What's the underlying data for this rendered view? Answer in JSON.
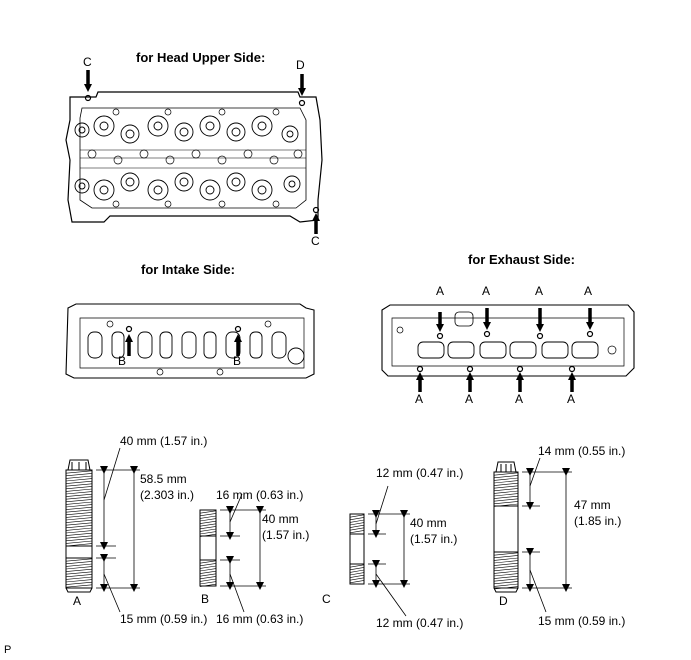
{
  "headings": {
    "head_upper_side": "for Head Upper Side:",
    "intake_side": "for Intake Side:",
    "exhaust_side": "for Exhaust Side:"
  },
  "upper_callouts": {
    "top_left": "C",
    "top_right": "D",
    "bottom_right": "C"
  },
  "intake_callouts": [
    "B",
    "B"
  ],
  "exhaust_callouts_top": [
    "A",
    "A",
    "A",
    "A"
  ],
  "exhaust_callouts_bottom": [
    "A",
    "A",
    "A",
    "A"
  ],
  "studs": {
    "a": {
      "label": "A",
      "top_thread": "40 mm (1.57 in.)",
      "overall_line1": "58.5 mm",
      "overall_line2": "(2.303 in.)",
      "bottom_thread": "15 mm (0.59 in.)"
    },
    "b": {
      "label": "B",
      "top_thread": "16 mm (0.63 in.)",
      "overall_line1": "40 mm",
      "overall_line2": "(1.57 in.)",
      "bottom_thread": "16 mm (0.63 in.)"
    },
    "c": {
      "label": "C",
      "top_thread": "12 mm (0.47 in.)",
      "overall_line1": "40 mm",
      "overall_line2": "(1.57 in.)",
      "bottom_thread": "12 mm (0.47 in.)"
    },
    "d": {
      "label": "D",
      "top_thread": "14 mm (0.55 in.)",
      "overall_line1": "47 mm",
      "overall_line2": "(1.85 in.)",
      "bottom_thread": "15 mm (0.59 in.)"
    }
  },
  "figure_code": "P"
}
